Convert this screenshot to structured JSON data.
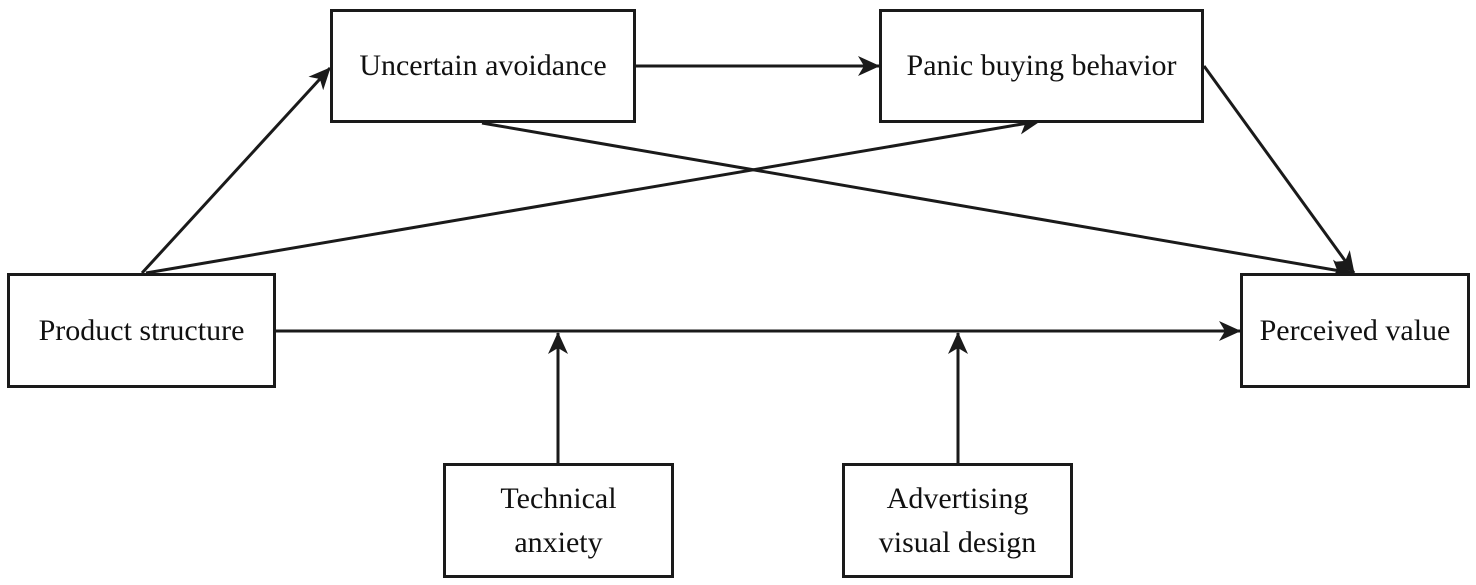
{
  "diagram": {
    "nodes": {
      "uncertain_avoidance": {
        "label": "Uncertain avoidance"
      },
      "panic_buying_behavior": {
        "label": "Panic buying behavior"
      },
      "product_structure": {
        "label": "Product structure"
      },
      "perceived_value": {
        "label": "Perceived value"
      },
      "technical_anxiety": {
        "lines": [
          "Technical",
          "anxiety"
        ]
      },
      "advertising_visual_design": {
        "lines": [
          "Advertising",
          "visual design"
        ]
      }
    },
    "edges": [
      {
        "from": "product_structure",
        "to": "uncertain_avoidance"
      },
      {
        "from": "uncertain_avoidance",
        "to": "panic_buying_behavior"
      },
      {
        "from": "product_structure",
        "to": "panic_buying_behavior"
      },
      {
        "from": "uncertain_avoidance",
        "to": "perceived_value"
      },
      {
        "from": "panic_buying_behavior",
        "to": "perceived_value"
      },
      {
        "from": "product_structure",
        "to": "perceived_value"
      },
      {
        "from": "technical_anxiety",
        "to": "product_structure->perceived_value"
      },
      {
        "from": "advertising_visual_design",
        "to": "product_structure->perceived_value"
      }
    ],
    "colors": {
      "stroke": "#1a1a1a",
      "background": "#ffffff",
      "text": "#111111"
    }
  }
}
